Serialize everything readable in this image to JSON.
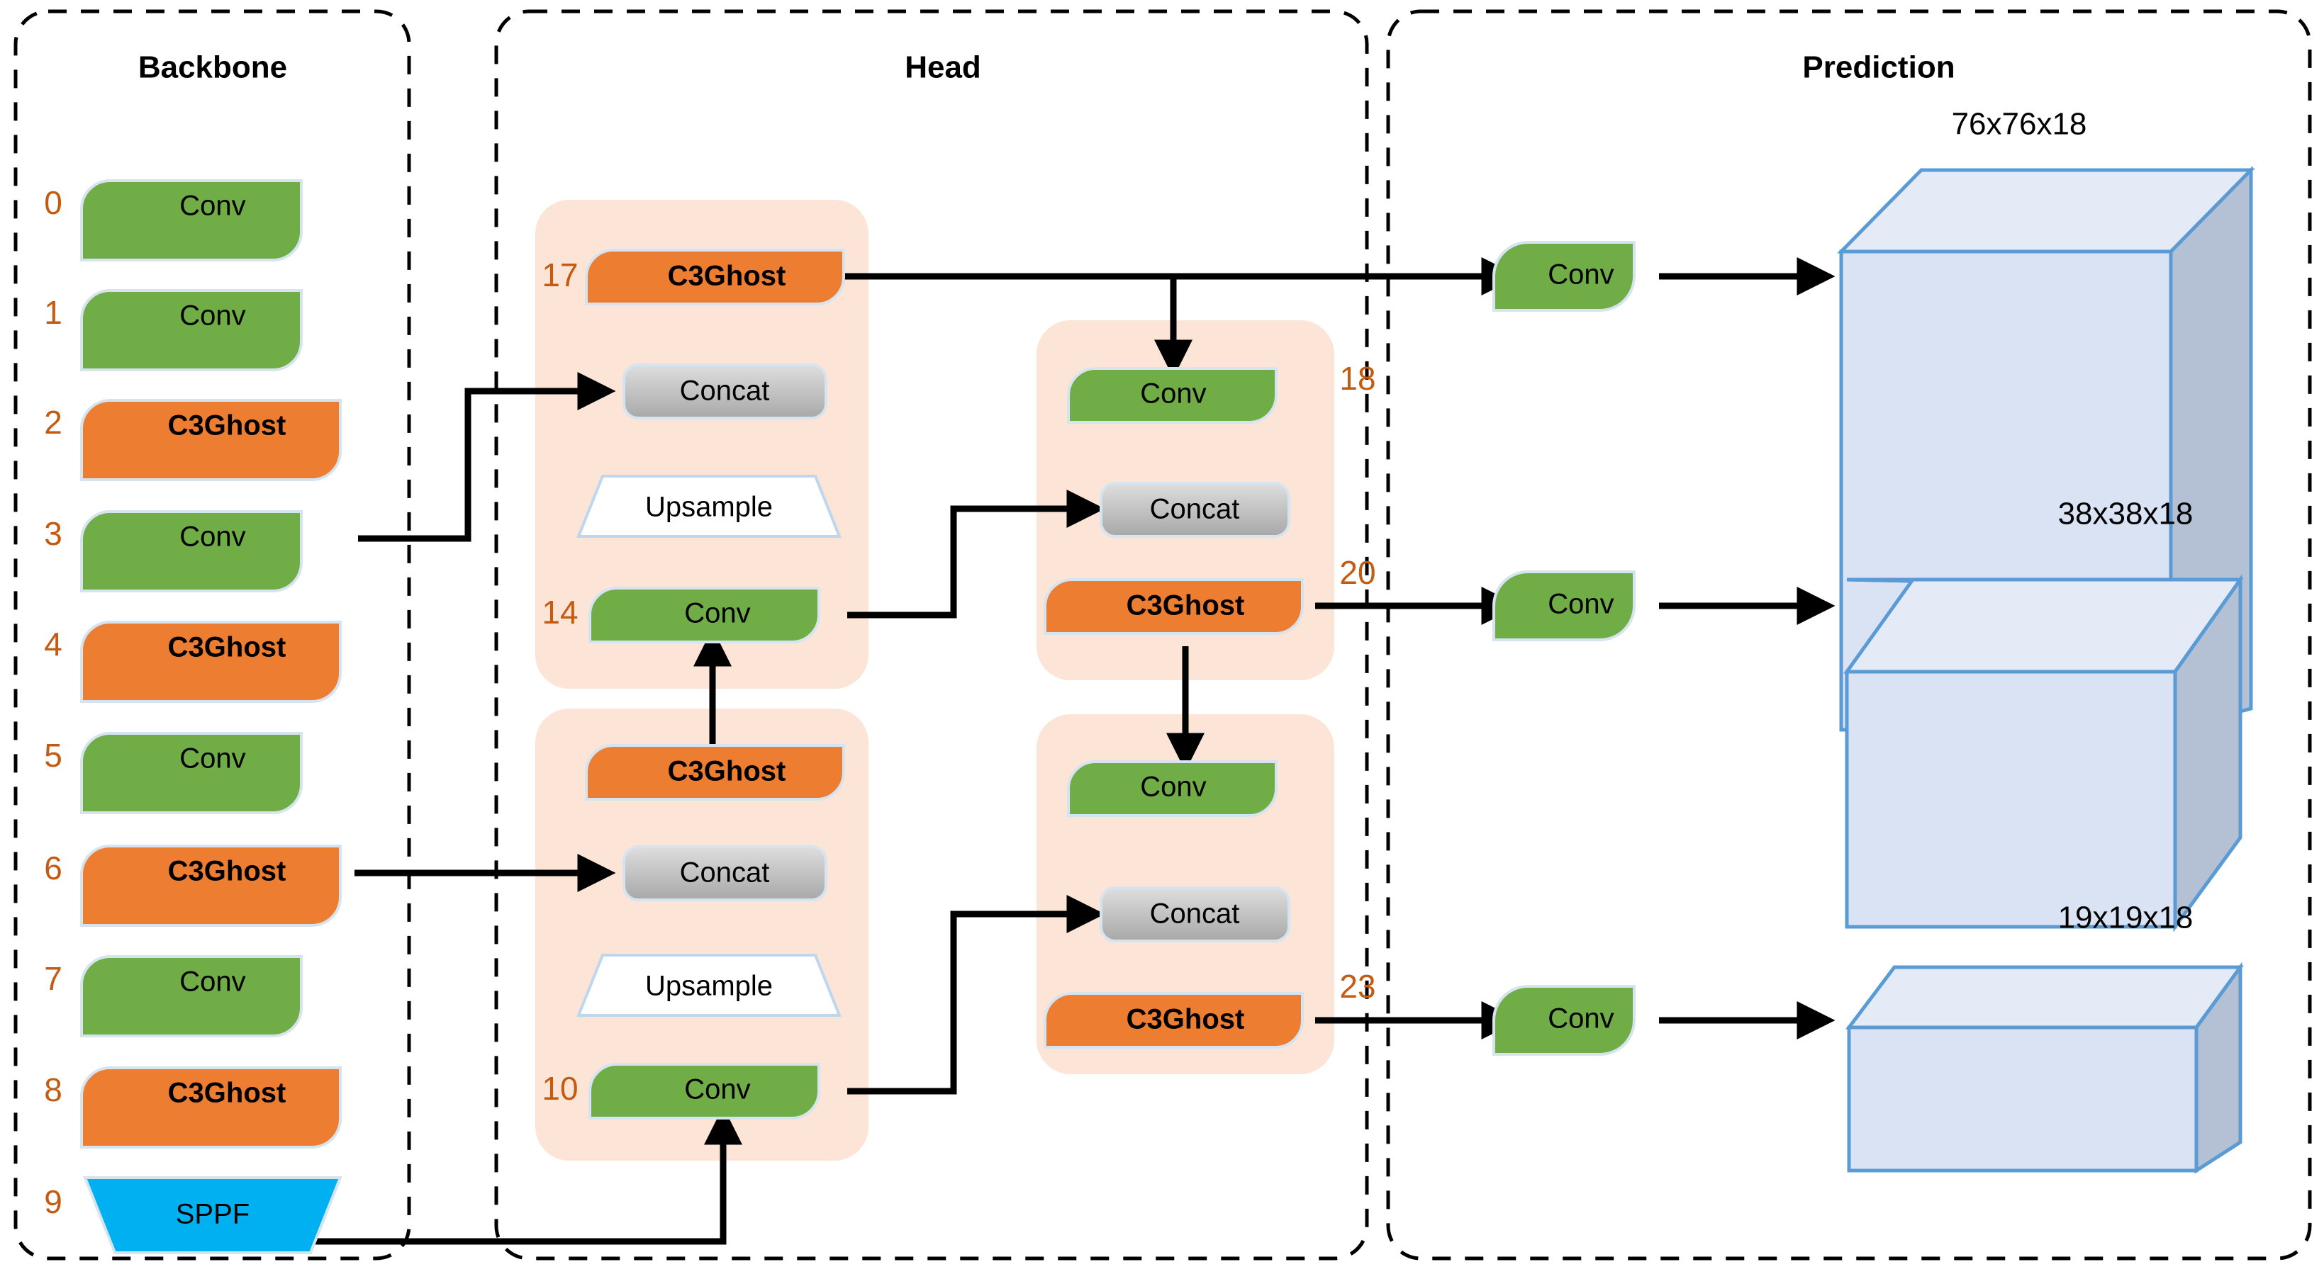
{
  "panels": [
    {
      "key": "backbone",
      "title": "Backbone"
    },
    {
      "key": "head",
      "title": "Head"
    },
    {
      "key": "prediction",
      "title": "Prediction"
    }
  ],
  "backbone": {
    "title": "Backbone",
    "layers": [
      {
        "index": "0",
        "label": "Conv",
        "type": "conv"
      },
      {
        "index": "1",
        "label": "Conv",
        "type": "conv"
      },
      {
        "index": "2",
        "label": "C3Ghost",
        "type": "c3ghost"
      },
      {
        "index": "3",
        "label": "Conv",
        "type": "conv"
      },
      {
        "index": "4",
        "label": "C3Ghost",
        "type": "c3ghost"
      },
      {
        "index": "5",
        "label": "Conv",
        "type": "conv"
      },
      {
        "index": "6",
        "label": "C3Ghost",
        "type": "c3ghost"
      },
      {
        "index": "7",
        "label": "Conv",
        "type": "conv"
      },
      {
        "index": "8",
        "label": "C3Ghost",
        "type": "c3ghost"
      },
      {
        "index": "9",
        "label": "SPPF",
        "type": "sppf"
      }
    ]
  },
  "head": {
    "title": "Head",
    "groups": [
      {
        "name": "head-group-upper-left",
        "blocks": [
          {
            "index": "17",
            "label": "C3Ghost",
            "type": "c3ghost"
          },
          {
            "index": "",
            "label": "Concat",
            "type": "concat"
          },
          {
            "index": "",
            "label": "Upsample",
            "type": "upsample"
          },
          {
            "index": "14",
            "label": "Conv",
            "type": "conv"
          }
        ]
      },
      {
        "name": "head-group-lower-left",
        "blocks": [
          {
            "index": "",
            "label": "C3Ghost",
            "type": "c3ghost"
          },
          {
            "index": "",
            "label": "Concat",
            "type": "concat"
          },
          {
            "index": "",
            "label": "Upsample",
            "type": "upsample"
          },
          {
            "index": "10",
            "label": "Conv",
            "type": "conv"
          }
        ]
      },
      {
        "name": "head-group-upper-right",
        "blocks": [
          {
            "index": "18",
            "label": "Conv",
            "type": "conv"
          },
          {
            "index": "",
            "label": "Concat",
            "type": "concat"
          },
          {
            "index": "20",
            "label": "C3Ghost",
            "type": "c3ghost"
          }
        ]
      },
      {
        "name": "head-group-lower-right",
        "blocks": [
          {
            "index": "",
            "label": "Conv",
            "type": "conv"
          },
          {
            "index": "",
            "label": "Concat",
            "type": "concat"
          },
          {
            "index": "23",
            "label": "C3Ghost",
            "type": "c3ghost"
          }
        ]
      }
    ]
  },
  "prediction": {
    "title": "Prediction",
    "outputs": [
      {
        "conv_label": "Conv",
        "dim_label": "76x76x18",
        "scale": "large"
      },
      {
        "conv_label": "Conv",
        "dim_label": "38x38x18",
        "scale": "medium"
      },
      {
        "conv_label": "Conv",
        "dim_label": "19x19x18",
        "scale": "small"
      }
    ]
  },
  "colors": {
    "conv": "#70AD47",
    "c3ghost": "#ED7D31",
    "concat_top": "#D9D9D9",
    "concat_bottom": "#A6A6A6",
    "sppf": "#00B0F0",
    "group_bg": "#FCE4D6",
    "index_text": "#C55A11",
    "cube_front": "#DAE3F3",
    "cube_side": "#B4C0D3",
    "cube_stroke": "#5B9BD5",
    "panel_border": "#000000"
  }
}
